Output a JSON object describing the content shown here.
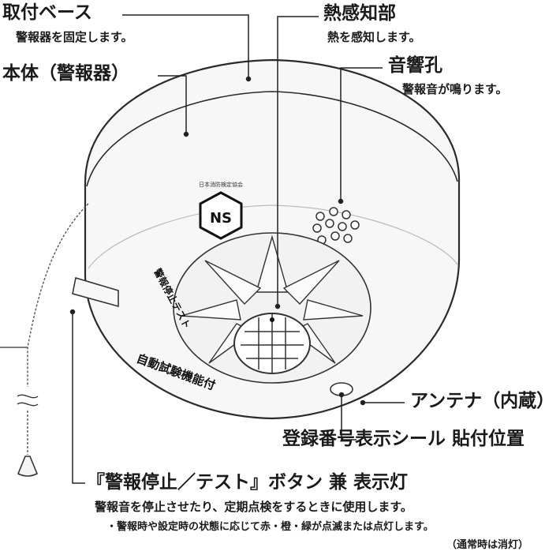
{
  "callouts": {
    "base_title": "取付ベース",
    "base_desc": "警報器を固定します。",
    "body_title": "本体（警報器）",
    "sensor_title": "熱感知部",
    "sensor_desc": "熱を感知します。",
    "sound_title": "音響孔",
    "sound_desc": "警報音が鳴ります。",
    "antenna_title": "アンテナ（内蔵）",
    "seal_title": "登録番号表示シール 貼付位置",
    "button_title": "『警報停止／テスト』ボタン 兼 表示灯",
    "button_desc": "警報音を停止させたり、定期点検をするときに使用します。",
    "button_note": "・警報時や設定時の状態に応じて赤・橙・緑が点滅または点灯します。",
    "button_note2": "（通常時は消灯）"
  },
  "device_marks": {
    "mark_text": "NS",
    "mark_small": "日本消防検定協会",
    "test_text": "警報停止テスト",
    "self_test_text": "自動試験機能付"
  }
}
